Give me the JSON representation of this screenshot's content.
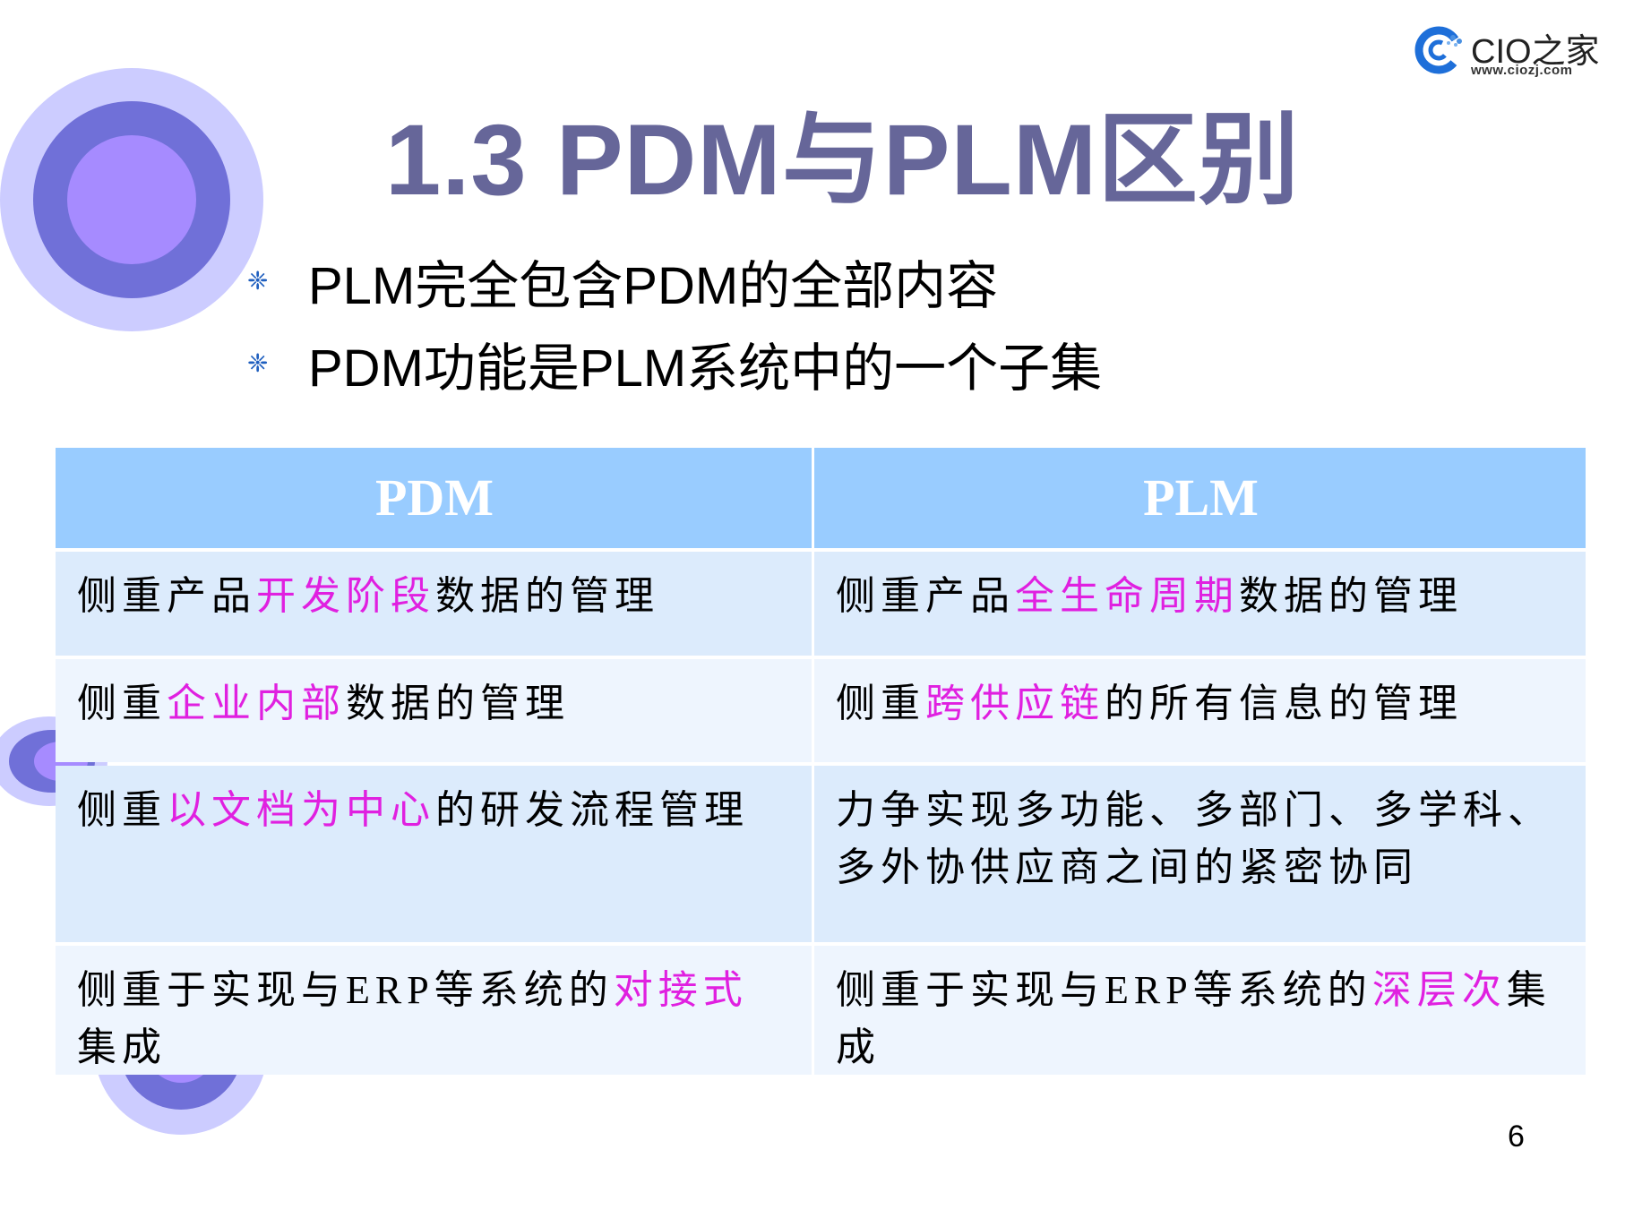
{
  "logo": {
    "name": "CIO之家",
    "url": "www.ciozj.com",
    "icon": "cio-c-logo-icon",
    "color": "#1E6FD9"
  },
  "title": "1.3 PDM与PLM区别",
  "bullets": [
    {
      "icon": "snowflake-bullet-icon",
      "text": "PLM完全包含PDM的全部内容"
    },
    {
      "icon": "snowflake-bullet-icon",
      "text": "PDM功能是PLM系统中的一个子集"
    }
  ],
  "table": {
    "headers": [
      "PDM",
      "PLM"
    ],
    "rows": [
      {
        "pdm": {
          "pre": "侧重产品",
          "hl": "开发阶段",
          "post": "数据的管理"
        },
        "plm": {
          "pre": "侧重产品",
          "hl": "全生命周期",
          "post": "数据的管理"
        }
      },
      {
        "pdm": {
          "pre": "侧重",
          "hl": "企业内部",
          "post": "数据的管理"
        },
        "plm": {
          "pre": "侧重",
          "hl": "跨供应链",
          "post": "的所有信息的管理"
        }
      },
      {
        "pdm": {
          "pre": "侧重",
          "hl": "以文档为中心",
          "post": "的研发流程管理"
        },
        "plm": {
          "pre": "力争实现多功能、多部门、多学科、多外协供应商之间的紧密协同",
          "hl": "",
          "post": ""
        }
      },
      {
        "pdm": {
          "pre": "侧重于实现与ERP等系统的",
          "hl": "对接式",
          "post": "集成"
        },
        "plm": {
          "pre": "侧重于实现与ERP等系统的",
          "hl": "深层次",
          "post": "集成"
        }
      }
    ]
  },
  "colors": {
    "title": "#666699",
    "header_fill": "#99CCFF",
    "row_odd": "#DCEBFC",
    "row_even": "#EEF5FE",
    "highlight": "#E020E0",
    "bullet": "#1F5FBF"
  },
  "page_number": "6"
}
